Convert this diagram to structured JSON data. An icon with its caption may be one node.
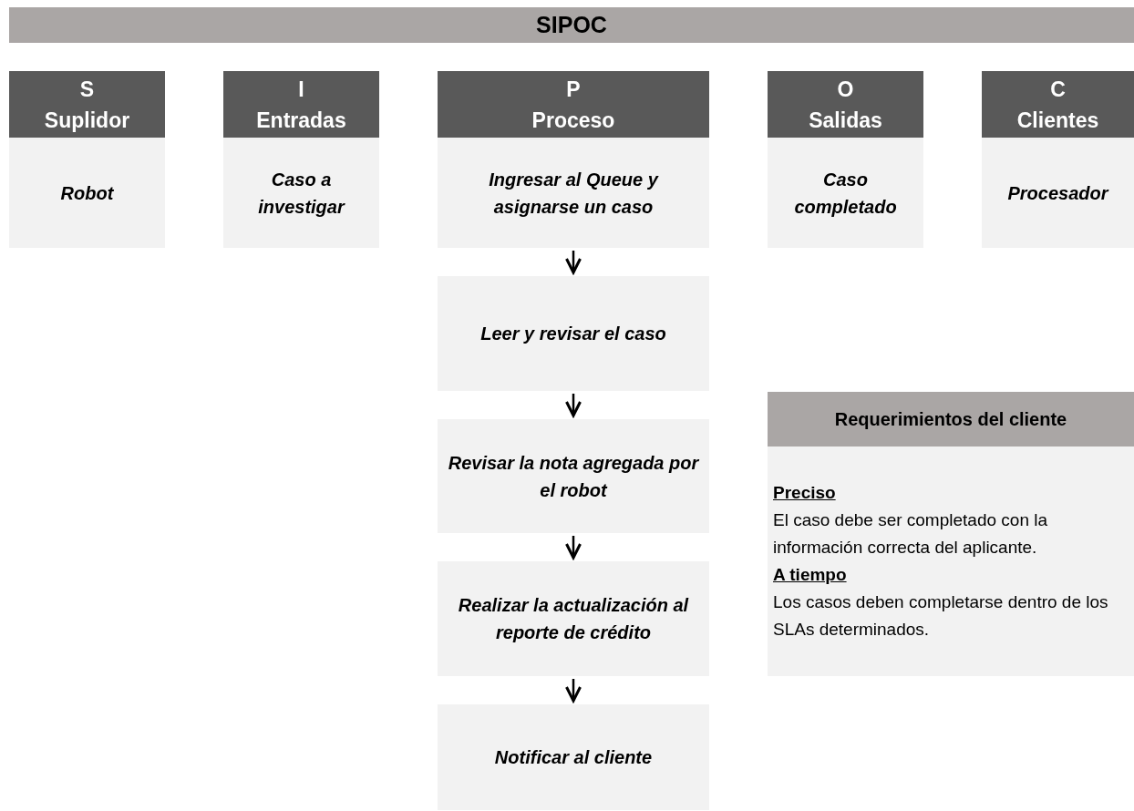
{
  "diagram": {
    "title": "SIPOC",
    "nodes": [
      {
        "text": [
          "S",
          "Suplidor"
        ]
      },
      {
        "text": [
          "Robot"
        ]
      },
      {
        "text": [
          "I",
          "Entradas"
        ]
      },
      {
        "text": [
          "Caso a investigar"
        ]
      },
      {
        "text": [
          "P",
          "Proceso"
        ]
      },
      {
        "text": [
          "Ingresar al Queue y asignarse un caso"
        ]
      },
      {
        "text": [
          "O",
          "Salidas"
        ]
      },
      {
        "text": [
          "Caso completado"
        ]
      },
      {
        "text": [
          "C",
          "Clientes"
        ]
      },
      {
        "text": [
          "Procesador"
        ]
      },
      {
        "text": [
          "Leer y revisar el caso"
        ]
      },
      {
        "text": [
          "Revisar la nota agregada por el robot"
        ]
      },
      {
        "text": [
          "Realizar la actualización al reporte de crédito"
        ]
      },
      {
        "text": [
          "Notificar al cliente"
        ]
      },
      {
        "text": [
          "Requerimientos del cliente"
        ]
      },
      {
        "text": [
          "Preciso",
          "El caso debe ser completado con la información correcta del aplicante.",
          "A tiempo",
          "Los casos deben completarse dentro de los SLAs determinados."
        ]
      }
    ],
    "edges": [
      {
        "from": 5,
        "to": 10,
        "arrow": "to"
      },
      {
        "from": 10,
        "to": 11,
        "arrow": "to"
      },
      {
        "from": 11,
        "to": 12,
        "arrow": "to"
      },
      {
        "from": 12,
        "to": 13,
        "arrow": "to"
      }
    ]
  }
}
